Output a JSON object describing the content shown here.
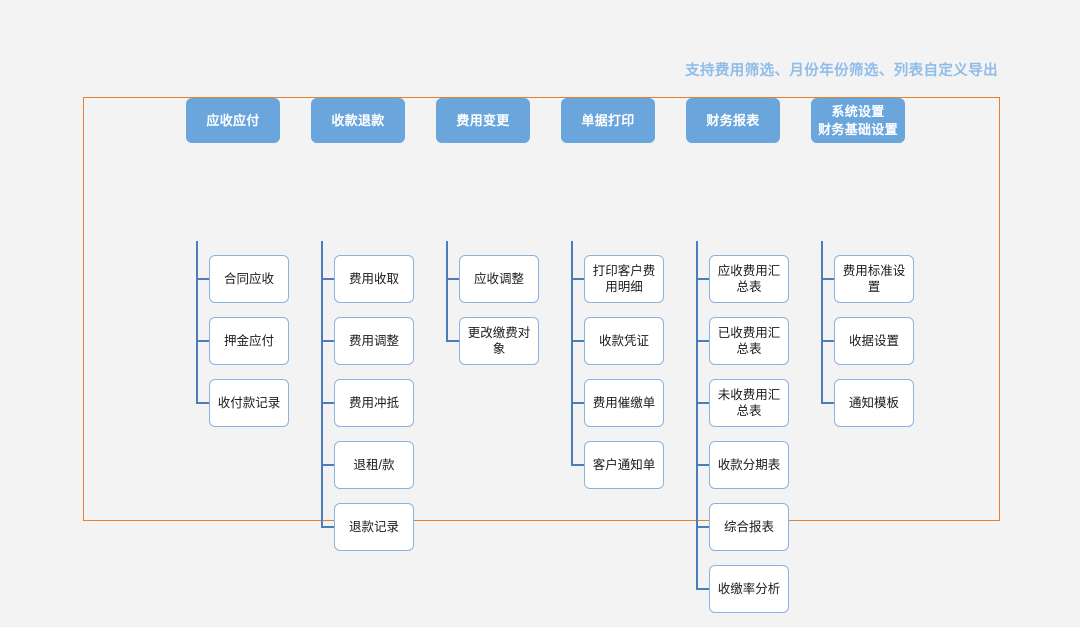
{
  "canvas": {
    "background_color": "#f3f3f3",
    "frame_border_color": "#e4802f",
    "header_fill_color": "#6aa5dc",
    "header_text_color": "#ffffff",
    "child_border_color": "#8ab4e0",
    "connector_color": "#4a7dba",
    "caption_color": "#8fbdea"
  },
  "caption": {
    "text": "支持费用筛选、月份年份筛选、列表自定义导出"
  },
  "columns": [
    {
      "id": "receivable-payable",
      "header": {
        "line1": "应收应付",
        "line2": ""
      },
      "children": [
        {
          "label": "合同应收"
        },
        {
          "label": "押金应付"
        },
        {
          "label": "收付款记录"
        }
      ]
    },
    {
      "id": "collection-refund",
      "header": {
        "line1": "收款退款",
        "line2": ""
      },
      "children": [
        {
          "label": "费用收取"
        },
        {
          "label": "费用调整"
        },
        {
          "label": "费用冲抵"
        },
        {
          "label": "退租/款"
        },
        {
          "label": "退款记录"
        }
      ]
    },
    {
      "id": "fee-change",
      "header": {
        "line1": "费用变更",
        "line2": ""
      },
      "children": [
        {
          "label": "应收调整"
        },
        {
          "label": "更改缴费对象"
        }
      ]
    },
    {
      "id": "document-print",
      "header": {
        "line1": "单据打印",
        "line2": ""
      },
      "children": [
        {
          "label": "打印客户费用明细"
        },
        {
          "label": "收款凭证"
        },
        {
          "label": "费用催缴单"
        },
        {
          "label": "客户通知单"
        }
      ]
    },
    {
      "id": "financial-report",
      "header": {
        "line1": "财务报表",
        "line2": ""
      },
      "children": [
        {
          "label": "应收费用汇总表"
        },
        {
          "label": "已收费用汇总表"
        },
        {
          "label": "未收费用汇总表"
        },
        {
          "label": "收款分期表"
        },
        {
          "label": "综合报表"
        },
        {
          "label": "收缴率分析"
        }
      ]
    },
    {
      "id": "system-settings",
      "header": {
        "line1": "系统设置",
        "line2": "财务基础设置"
      },
      "children": [
        {
          "label": "费用标准设置"
        },
        {
          "label": "收据设置"
        },
        {
          "label": "通知模板"
        }
      ]
    }
  ]
}
